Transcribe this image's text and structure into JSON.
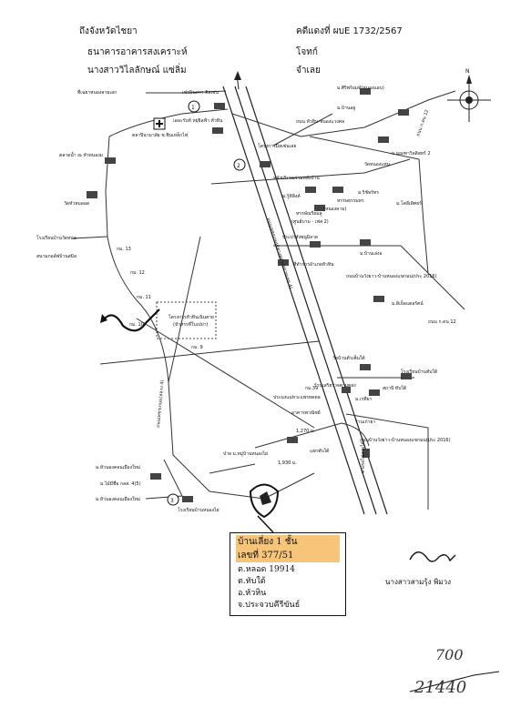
{
  "header": {
    "line1": "ถึงจังหวัดไชยา",
    "line2": "ธนาคารอาคารสงเคราะห์",
    "line3": "นางสาววิไลลักษณ์  แซ่ลิ่ม",
    "case_no": "คดีแดงที่  ผบE 1732/2567",
    "plaintiff": "โจทก์",
    "defendant": "จำเลย"
  },
  "compass": {
    "label": "N"
  },
  "places": {
    "tonkarai": "ที่เฉยาหนองลามเอก",
    "pharmacy": "เฟรนินภรา  ติสเซ่น",
    "school1": "เดอะรับท์  หยุ่ยิลฟ้า  หัวหิน",
    "shop": "ตลาปินามาลัย  ช.ชินเหล็กไฟ",
    "market": "ตลาดน้ำ ณ หัวหนองม",
    "wat1": "วัดหัวหมลอด",
    "school2": "โรงเรียนบ้านวัดหน่อ",
    "farm": "สนามกอล์ฟบ้านสมิล",
    "project_big": "โครงการหัวหินเนินสาย",
    "project_big_sub": "(หัวหรรที่ใบเปบ่า)",
    "bankrob": "ม.ศิริพร้อมท์(หนองแอบ)",
    "rd_up": "ม.บ้านอยู",
    "rd_label": "ถนน หัวหิน-หนองแวงคล",
    "mobile": "โครงการมิสเซ่นเลย",
    "moo_mae": "ม.มณฑาวิลลิสทร์ 2",
    "wat_hnong": "วัดหนองแหน",
    "sam_village": "หลังบริเวณร่วมหลังบ้าน",
    "moo_rich": "ม.รู้ดิลิงค์",
    "moo_rich2": "ม.ริช์ทร์ทร",
    "dhamma": "หรรษธรรมทร",
    "dhamma_sub": "(หนองคาม)",
    "prosperous": "หรรษ์ณรียมลู",
    "prosperous_sub": "(ศูนย์บาม - เฟส 2)",
    "moo_luxury": "ม.โคลีเดิศธร์",
    "temple_prot": "ประปาสังพนูมิลาด",
    "moo_cheng": "ม.บ้านเล่งอ",
    "office": "ที่ทำการอำเภอหัวหิน",
    "rd_east": "ถนนบ้านวังยาว-บ้านหนองแขกมน(ประ 2016)",
    "moo_lucky": "ม.ดิเย็ลแตลรัตน์",
    "rd_diag": "ถนน ก.ดน 12",
    "km13": "กม. 13",
    "km12": "กม. 12",
    "km11": "กม. 11",
    "km10": "กม. 10",
    "km9": "กม. 9",
    "hwy_rd": "ถนนเพชรเกษม(หลวง 4)",
    "wat_tapai": "วัดบ้านตัวเพ็นใต้",
    "school_tapai": "โรงเรียนบ้านทับใต้",
    "police": "สถานี ทับใต้",
    "km39": "กม.39",
    "market2": "ร้านเก่ายา",
    "smart": "ร้านเสริยรวจตามตอง",
    "dep_village": "ประมงแม่หวะแพรหดตล",
    "hotel_note": "อาคารพาณิชย์",
    "moo_kate": "ม.เรทียา",
    "rd_cross": "ถนนบ้านวังยาว-บ้านหนองแขกมน(ประ 2016)",
    "dist1": "1,270 ม.",
    "dist2": "1,930 ม.",
    "rd_sin": "ป่าย ม.หมู่บ้านหนองไผ่",
    "intersection": "แยกทับใต้",
    "moo_taima": "ม.หัวนองคอนเมืองใหม่",
    "moo_taima2": "ม.ไม้มีชื่อ กลส. 4(5)",
    "moo_taima3": "ม.หัวนองคอนเมืองใหม่",
    "school_mh": "โรงเรียนบ้านหนองไผ่",
    "rail": "ทางรถไฟสายใต้",
    "hwy_vert": "ถนนเพชรเกษม(ทางหลวงหมายเลข 4)",
    "rd_bend": "ถนน ก.ดน 12"
  },
  "markers": {
    "m1": "1",
    "m2": "2",
    "m3": "3"
  },
  "box": {
    "line1": "บ้านเลี่ยง 1 ชั้น",
    "line2": "เลขที่  377/51",
    "line3": "ต.หลอด  19914",
    "line4": "ต.ทับใต้",
    "line5": "อ.หัวหิน",
    "line6": "จ.ประจวบคีรีขันธ์"
  },
  "signature": {
    "name": "นางสาวสามรุ้ง  พิมวง"
  },
  "notes": {
    "n1": "700",
    "n2": "21440"
  }
}
